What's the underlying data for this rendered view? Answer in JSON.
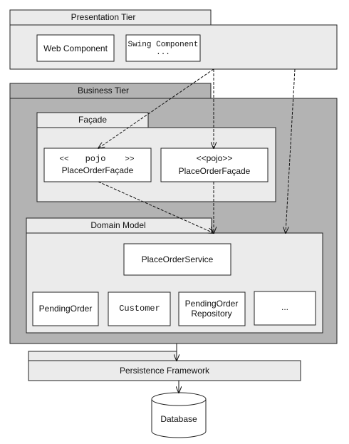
{
  "colors": {
    "tier_fill": "#ebebeb",
    "business_fill": "#b3b3b3",
    "component_fill": "#ffffff",
    "stroke": "#222222"
  },
  "presentation": {
    "title": "Presentation Tier",
    "web_component": "Web Component",
    "swing_component_line1": "Swing Component",
    "swing_component_line2": "..."
  },
  "business": {
    "title": "Business Tier",
    "facade": {
      "title": "Façade",
      "pojo_facade_1_stereotype_open": "<<",
      "pojo_facade_1_stereotype_word": "pojo",
      "pojo_facade_1_stereotype_close": ">>",
      "pojo_facade_1_name": "PlaceOrderFaçade",
      "pojo_facade_2_stereotype": "<<pojo>>",
      "pojo_facade_2_name": "PlaceOrderFaçade"
    },
    "domain_model": {
      "title": "Domain Model",
      "place_order_service": "PlaceOrderService",
      "pending_order": "PendingOrder",
      "customer": "Customer",
      "pending_order_repository_line1": "PendingOrder",
      "pending_order_repository_line2": "Repository",
      "more": "..."
    }
  },
  "persistence": {
    "title": "Persistence Framework"
  },
  "database": {
    "label": "Database"
  }
}
